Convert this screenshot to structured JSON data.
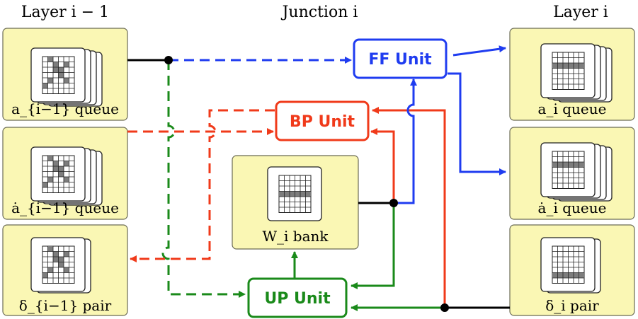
{
  "headers": {
    "left": "Layer i − 1",
    "middle": "Junction i",
    "right": "Layer i"
  },
  "left_boxes": [
    {
      "label": "a_{i−1} queue"
    },
    {
      "label": "ȧ_{i−1} queue"
    },
    {
      "label": "δ_{i−1} pair"
    }
  ],
  "right_boxes": [
    {
      "label": "a_i queue"
    },
    {
      "label": "ȧ_i queue"
    },
    {
      "label": "δ_i pair"
    }
  ],
  "bank": {
    "label": "W_i bank"
  },
  "units": {
    "ff": "FF Unit",
    "bp": "BP Unit",
    "up": "UP Unit"
  },
  "colors": {
    "ff": "#1f3cf0",
    "bp": "#f03a1a",
    "up": "#1a8a1a",
    "box_fill": "#faf7b4",
    "box_stroke": "#6b6b55",
    "cell_dark": "#7d7d7d"
  }
}
